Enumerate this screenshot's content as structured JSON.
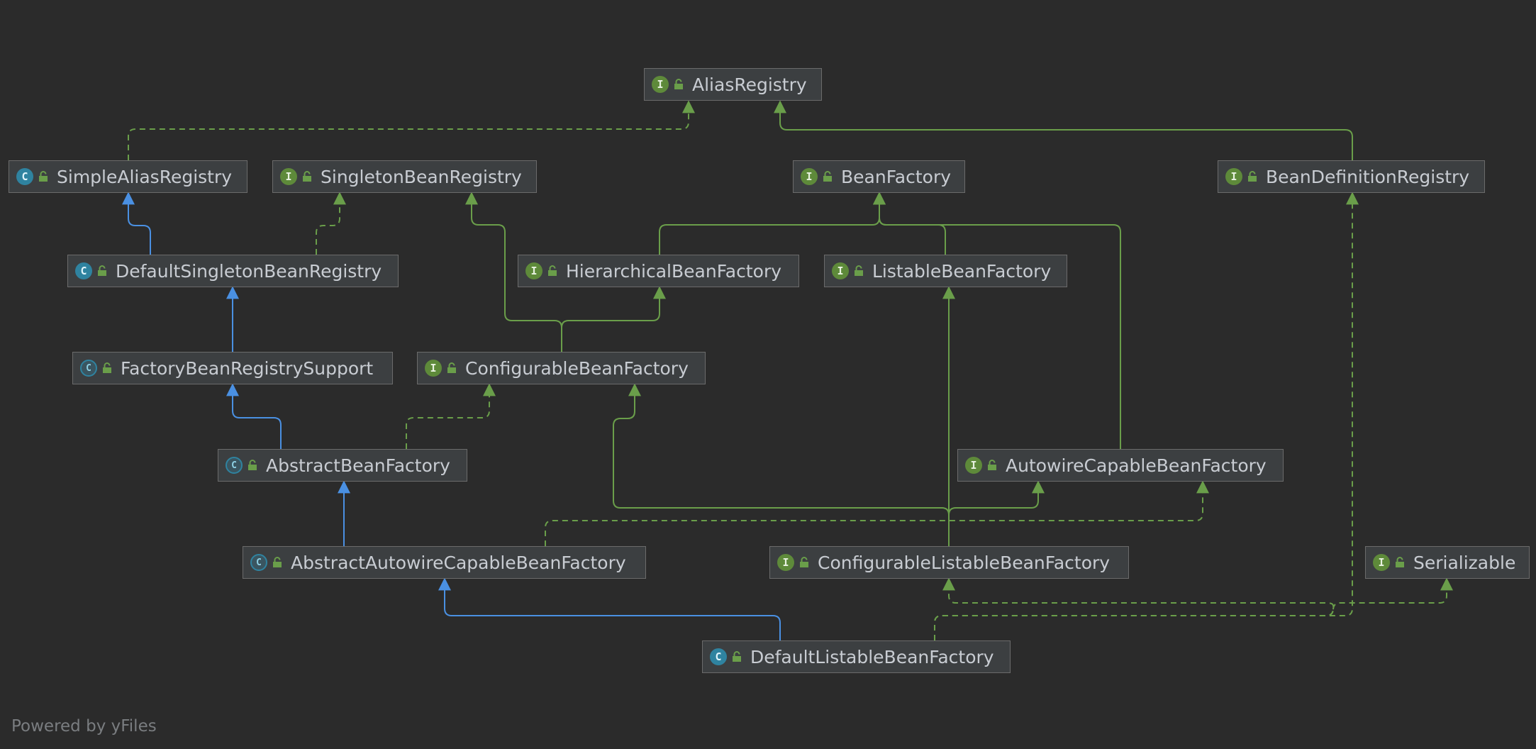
{
  "colors": {
    "background": "#2b2b2b",
    "interface_badge": "#5e8a3a",
    "class_badge": "#2f83a0",
    "implements_edge": "#6a9e4a",
    "extends_edge": "#4a90e2"
  },
  "nodes": [
    {
      "id": "AliasRegistry",
      "label": "AliasRegistry",
      "kind": "I",
      "badge": "I"
    },
    {
      "id": "SimpleAliasRegistry",
      "label": "SimpleAliasRegistry",
      "kind": "C",
      "badge": "C"
    },
    {
      "id": "SingletonBeanRegistry",
      "label": "SingletonBeanRegistry",
      "kind": "I",
      "badge": "I"
    },
    {
      "id": "BeanFactory",
      "label": "BeanFactory",
      "kind": "I",
      "badge": "I"
    },
    {
      "id": "BeanDefinitionRegistry",
      "label": "BeanDefinitionRegistry",
      "kind": "I",
      "badge": "I"
    },
    {
      "id": "DefaultSingletonBeanRegistry",
      "label": "DefaultSingletonBeanRegistry",
      "kind": "C",
      "badge": "C"
    },
    {
      "id": "HierarchicalBeanFactory",
      "label": "HierarchicalBeanFactory",
      "kind": "I",
      "badge": "I"
    },
    {
      "id": "ListableBeanFactory",
      "label": "ListableBeanFactory",
      "kind": "I",
      "badge": "I"
    },
    {
      "id": "FactoryBeanRegistrySupport",
      "label": "FactoryBeanRegistrySupport",
      "kind": "A",
      "badge": "C"
    },
    {
      "id": "ConfigurableBeanFactory",
      "label": "ConfigurableBeanFactory",
      "kind": "I",
      "badge": "I"
    },
    {
      "id": "AbstractBeanFactory",
      "label": "AbstractBeanFactory",
      "kind": "A",
      "badge": "C"
    },
    {
      "id": "AutowireCapableBeanFactory",
      "label": "AutowireCapableBeanFactory",
      "kind": "I",
      "badge": "I"
    },
    {
      "id": "AbstractAutowireCapableBeanFactory",
      "label": "AbstractAutowireCapableBeanFactory",
      "kind": "A",
      "badge": "C"
    },
    {
      "id": "ConfigurableListableBeanFactory",
      "label": "ConfigurableListableBeanFactory",
      "kind": "I",
      "badge": "I"
    },
    {
      "id": "Serializable",
      "label": "Serializable",
      "kind": "I",
      "badge": "I"
    },
    {
      "id": "DefaultListableBeanFactory",
      "label": "DefaultListableBeanFactory",
      "kind": "C",
      "badge": "C"
    }
  ],
  "edges": [
    {
      "from": "SimpleAliasRegistry",
      "to": "AliasRegistry",
      "type": "implements"
    },
    {
      "from": "BeanDefinitionRegistry",
      "to": "AliasRegistry",
      "type": "extends-interface"
    },
    {
      "from": "DefaultSingletonBeanRegistry",
      "to": "SimpleAliasRegistry",
      "type": "extends"
    },
    {
      "from": "DefaultSingletonBeanRegistry",
      "to": "SingletonBeanRegistry",
      "type": "implements"
    },
    {
      "from": "HierarchicalBeanFactory",
      "to": "BeanFactory",
      "type": "extends-interface"
    },
    {
      "from": "ListableBeanFactory",
      "to": "BeanFactory",
      "type": "extends-interface"
    },
    {
      "from": "AutowireCapableBeanFactory",
      "to": "BeanFactory",
      "type": "extends-interface"
    },
    {
      "from": "FactoryBeanRegistrySupport",
      "to": "DefaultSingletonBeanRegistry",
      "type": "extends"
    },
    {
      "from": "ConfigurableBeanFactory",
      "to": "HierarchicalBeanFactory",
      "type": "extends-interface"
    },
    {
      "from": "ConfigurableBeanFactory",
      "to": "SingletonBeanRegistry",
      "type": "extends-interface"
    },
    {
      "from": "AbstractBeanFactory",
      "to": "FactoryBeanRegistrySupport",
      "type": "extends"
    },
    {
      "from": "AbstractBeanFactory",
      "to": "ConfigurableBeanFactory",
      "type": "implements"
    },
    {
      "from": "AbstractAutowireCapableBeanFactory",
      "to": "AbstractBeanFactory",
      "type": "extends"
    },
    {
      "from": "AbstractAutowireCapableBeanFactory",
      "to": "AutowireCapableBeanFactory",
      "type": "implements"
    },
    {
      "from": "ConfigurableListableBeanFactory",
      "to": "ListableBeanFactory",
      "type": "extends-interface"
    },
    {
      "from": "ConfigurableListableBeanFactory",
      "to": "AutowireCapableBeanFactory",
      "type": "extends-interface"
    },
    {
      "from": "ConfigurableListableBeanFactory",
      "to": "ConfigurableBeanFactory",
      "type": "extends-interface"
    },
    {
      "from": "DefaultListableBeanFactory",
      "to": "AbstractAutowireCapableBeanFactory",
      "type": "extends"
    },
    {
      "from": "DefaultListableBeanFactory",
      "to": "ConfigurableListableBeanFactory",
      "type": "implements"
    },
    {
      "from": "DefaultListableBeanFactory",
      "to": "BeanDefinitionRegistry",
      "type": "implements"
    },
    {
      "from": "DefaultListableBeanFactory",
      "to": "Serializable",
      "type": "implements"
    }
  ],
  "footer": "Powered by yFiles"
}
